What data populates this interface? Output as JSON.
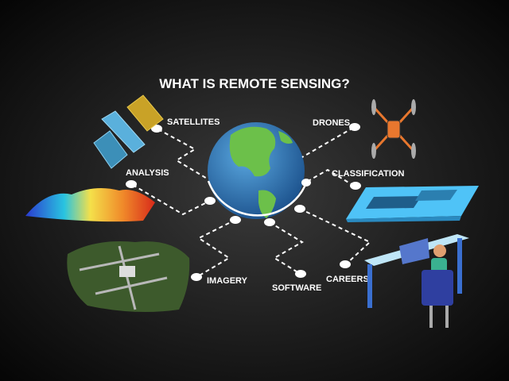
{
  "title": "WHAT IS REMOTE SENSING?",
  "topics": [
    {
      "id": "satellites",
      "label": "SATELLITES",
      "icon": "satellite-icon"
    },
    {
      "id": "analysis",
      "label": "ANALYSIS",
      "icon": "heatmap-surface-icon"
    },
    {
      "id": "drones",
      "label": "DRONES",
      "icon": "drone-icon"
    },
    {
      "id": "classification",
      "label": "CLASSIFICATION",
      "icon": "classification-grid-icon"
    },
    {
      "id": "imagery",
      "label": "IMAGERY",
      "icon": "aerial-imagery-icon"
    },
    {
      "id": "software",
      "label": "SOFTWARE",
      "icon": "software-icon"
    },
    {
      "id": "careers",
      "label": "CAREERS",
      "icon": "person-at-desk-icon"
    }
  ],
  "center": {
    "icon": "globe-icon"
  },
  "colors": {
    "background": "#1c1c1c",
    "text": "#ffffff",
    "ocean": "#2f7fc0",
    "land": "#6cc04a",
    "drone": "#e8772e",
    "grid": "#4fc3f7",
    "desk": "#bfe6f7"
  }
}
